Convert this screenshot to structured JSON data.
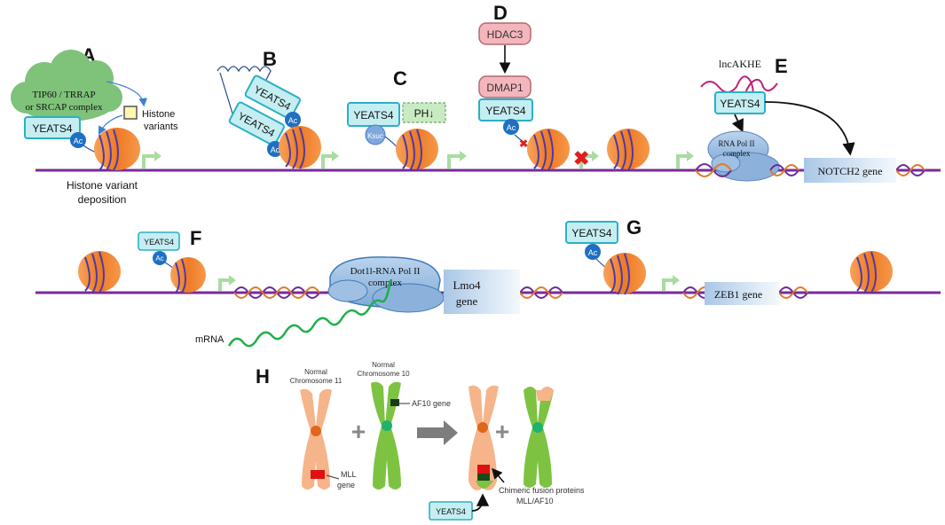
{
  "panels": {
    "A": {
      "letter": "A",
      "complex": [
        "TIP60 / TRRAP",
        "or SRCAP complex"
      ],
      "protein": "YEATS4",
      "mark": "Ac",
      "cargo": [
        "Histone",
        "variants"
      ],
      "caption": [
        "Histone variant",
        "deposition"
      ]
    },
    "B": {
      "letter": "B",
      "protein_top": "YEATS4",
      "protein_bottom": "YEATS4",
      "mark": "Ac"
    },
    "C": {
      "letter": "C",
      "protein": "YEATS4",
      "mark": "Ksuc",
      "ph_label": "PH↓"
    },
    "D": {
      "letter": "D",
      "upstream": "HDAC3",
      "adaptor": "DMAP1",
      "protein": "YEATS4",
      "mark": "Ac"
    },
    "E": {
      "letter": "E",
      "lncrna": "lncAKHE",
      "protein": "YEATS4",
      "polymerase": [
        "RNA Pol II",
        "complex"
      ],
      "gene": "NOTCH2 gene"
    },
    "F": {
      "letter": "F",
      "protein": "YEATS4",
      "mark": "Ac",
      "polymerase": [
        "Dot1l-RNA Pol II",
        "complex"
      ],
      "gene": [
        "Lmo4",
        "gene"
      ],
      "transcript": "mRNA"
    },
    "G": {
      "letter": "G",
      "protein": "YEATS4",
      "mark": "Ac",
      "gene": "ZEB1 gene"
    },
    "H": {
      "letter": "H",
      "chrom11_label": [
        "Normal",
        "Chromosome 11"
      ],
      "chrom10_label": [
        "Normal",
        "Chromosome 10"
      ],
      "mll_label": [
        "MLL",
        "gene"
      ],
      "af10_label": "AF10 gene",
      "plus": "+",
      "protein": "YEATS4",
      "fusion_label": [
        "Chimeric fusion proteins",
        "MLL/AF10"
      ]
    }
  },
  "colors": {
    "dna_line": "#7a2a9a",
    "nucleosome": "#f07f2e",
    "yeats_fill": "#c5eef2",
    "yeats_stroke": "#2bb0c4",
    "ac_fill": "#1f6fc2",
    "complex_green": "#7fc27a",
    "pink_box": "#f4b6bd",
    "chrom11": "#f6b48a",
    "chrom10": "#7dc341"
  }
}
